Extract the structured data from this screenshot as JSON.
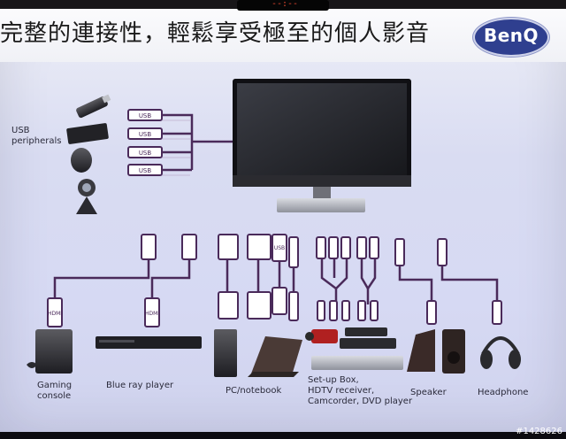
{
  "slide": {
    "title": "完整的連接性，輕鬆享受極至的個人影音",
    "brand": "BenQ",
    "timer": "--:--"
  },
  "labels": {
    "usb_peripherals": [
      "USB",
      "peripherals"
    ],
    "gaming_console": [
      "Gaming",
      "console"
    ],
    "blu_ray_player": "Blue ray player",
    "pc_notebook": "PC/notebook",
    "av_devices": [
      "Set-up Box,",
      "HDTV receiver,",
      "Camcorder, DVD player"
    ],
    "speaker": "Speaker",
    "headphone": "Headphone"
  },
  "connector_text": {
    "usb": "USB",
    "hdmi": "HDMI"
  },
  "watermark": "#1428626",
  "colors": {
    "screen_bg": "#d8dbf2",
    "cable": "#4a2a5a",
    "connector": "#ffffff",
    "brand_blue": "#2f3f8f"
  }
}
